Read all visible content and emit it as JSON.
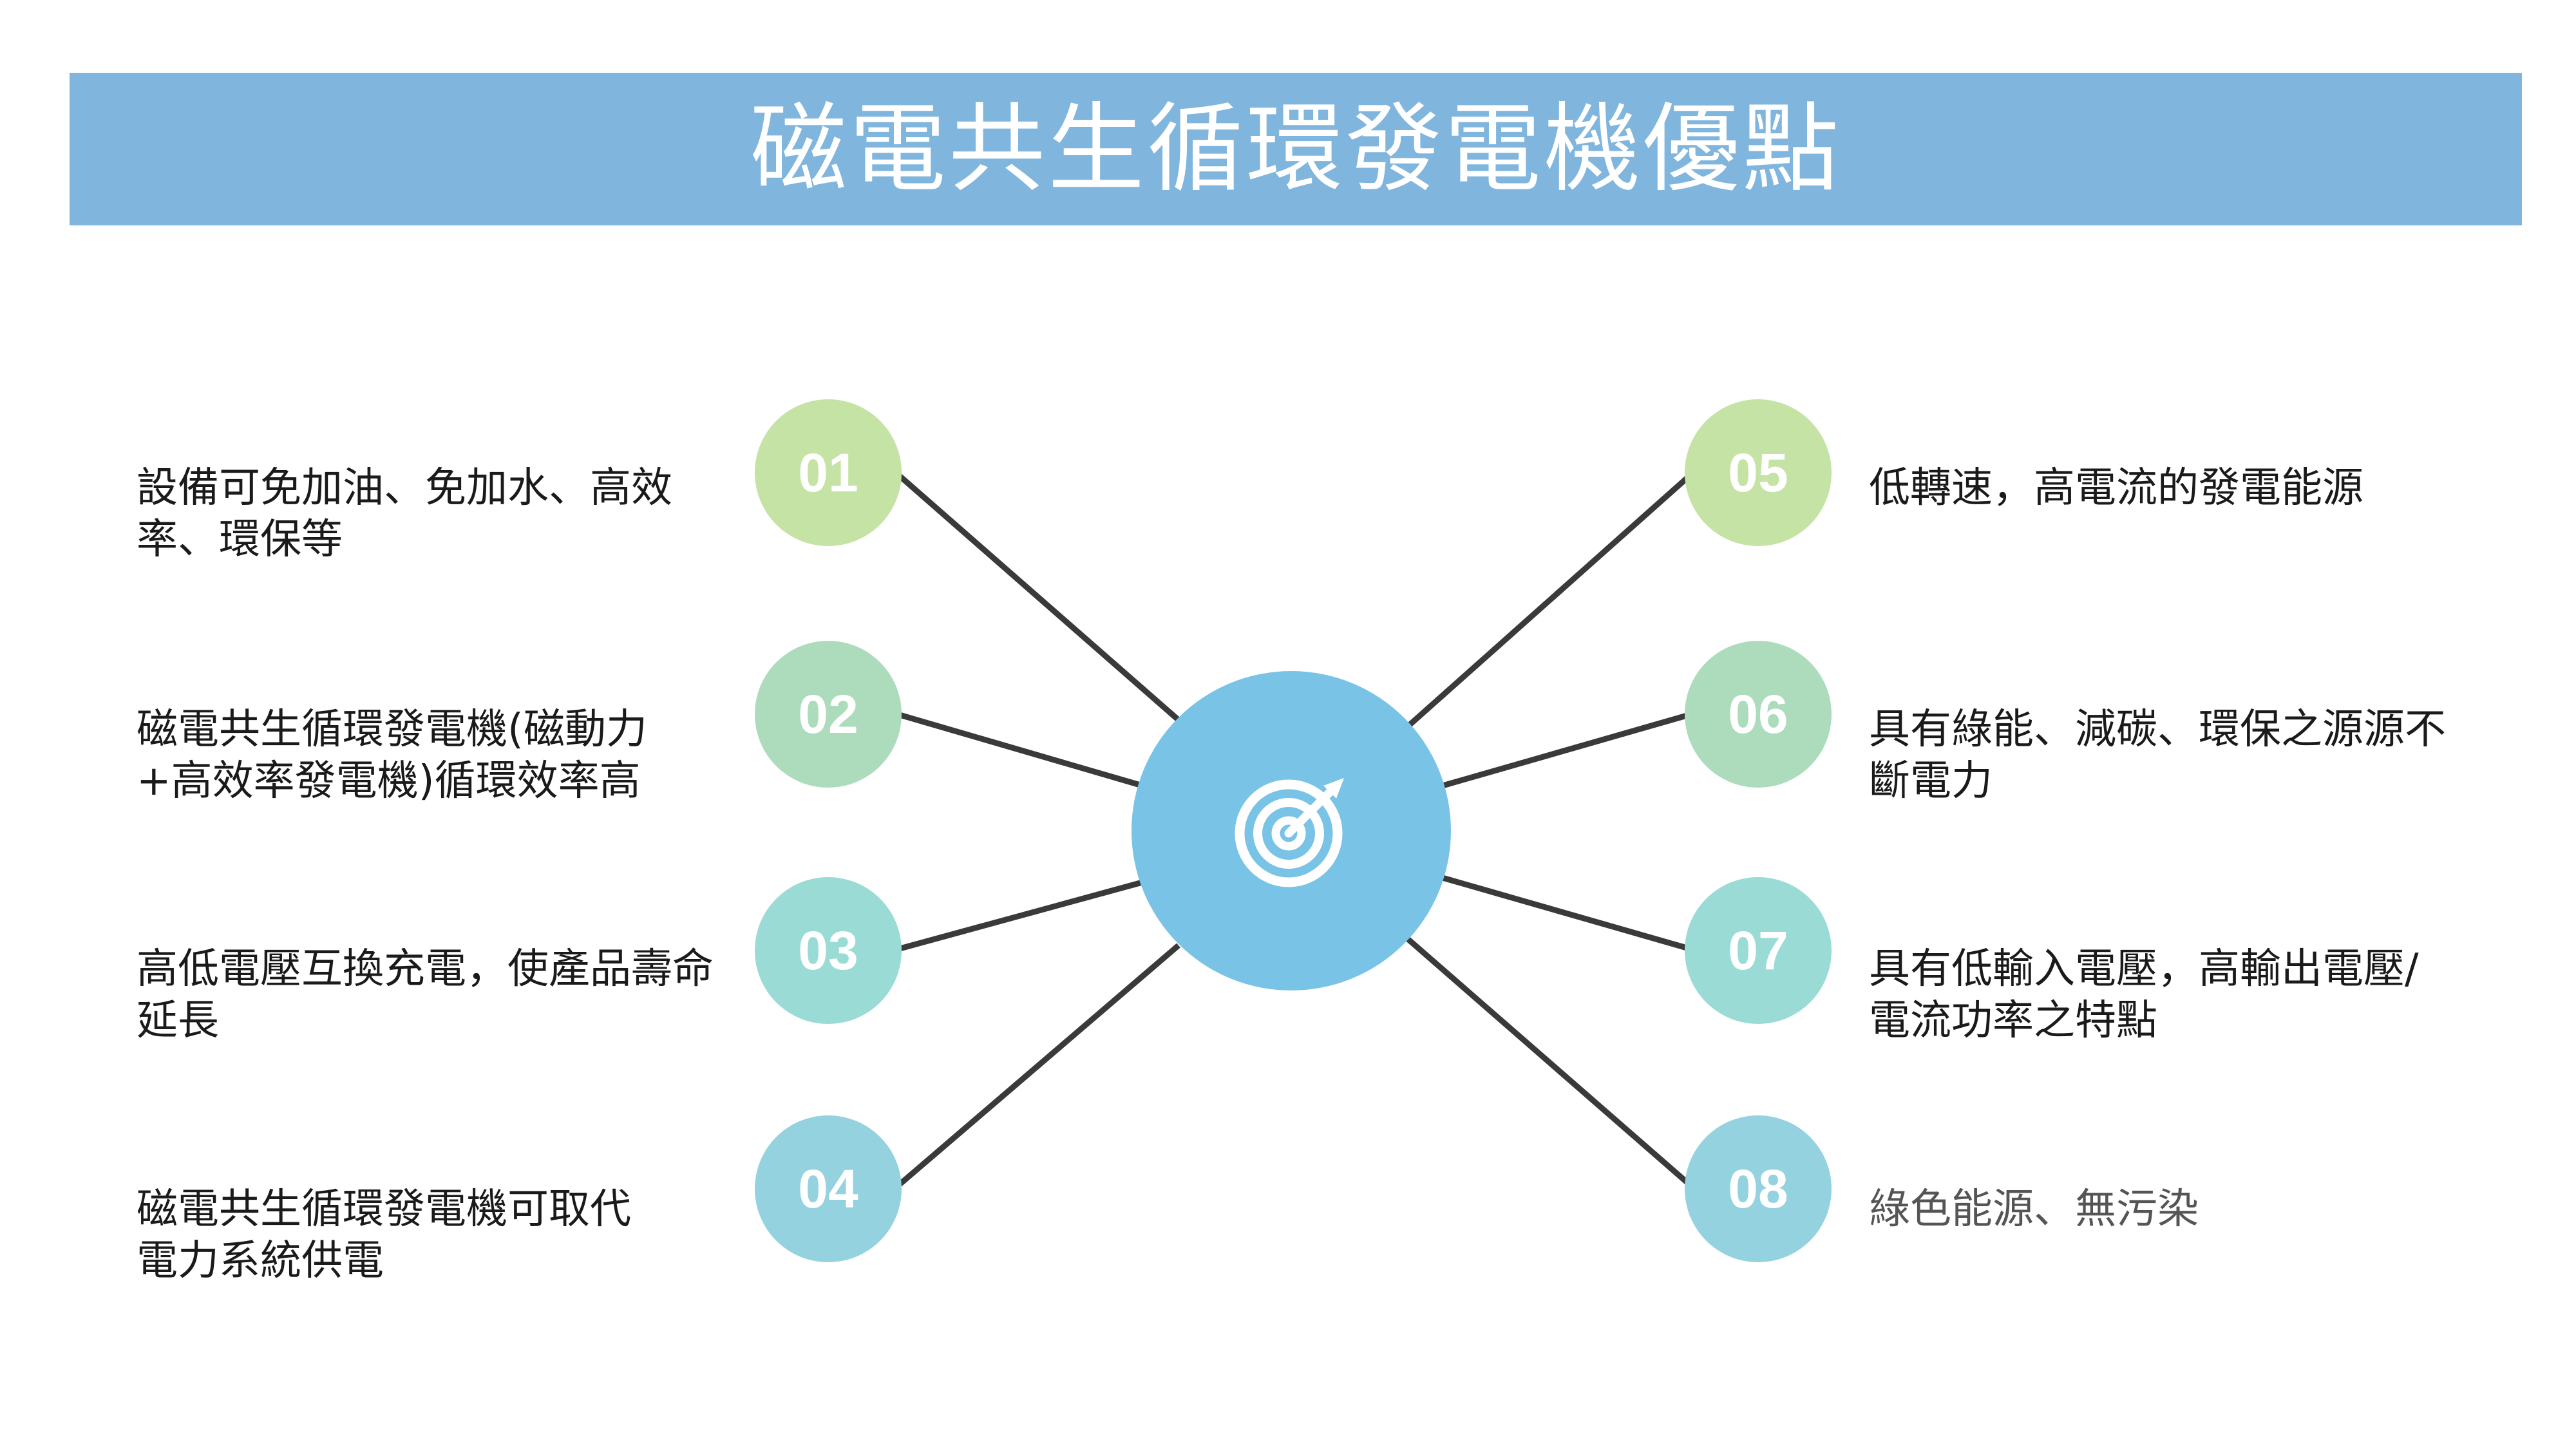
{
  "title": "磁電共生循環發電機優點",
  "items": [
    {
      "number": "01",
      "text": "設備可免加油、免加水、高效率、環保等",
      "color": "#c5e3a4"
    },
    {
      "number": "02",
      "text": "磁電共生循環發電機(磁動力+高效率發電機)循環效率高",
      "color": "#acdcbb"
    },
    {
      "number": "03",
      "text": "高低電壓互換充電，使產品壽命延長",
      "color": "#9adcd5"
    },
    {
      "number": "04",
      "text": "磁電共生循環發電機可取代電力系統供電",
      "color": "#94d2e0"
    },
    {
      "number": "05",
      "text": "低轉速，高電流的發電能源",
      "color": "#c5e3a4"
    },
    {
      "number": "06",
      "text": "具有綠能、減碳、環保之源源不斷電力",
      "color": "#acdcbb"
    },
    {
      "number": "07",
      "text": "具有低輸入電壓，高輸出電壓/電流功率之特點",
      "color": "#9adcd5"
    },
    {
      "number": "08",
      "text": "綠色能源、無污染",
      "color": "#94d2e0"
    }
  ],
  "hub": {
    "icon": "target-icon",
    "color": "#79c3e6"
  },
  "line_color": "#3a3a3a",
  "title_bar_color": "#80b6dd"
}
